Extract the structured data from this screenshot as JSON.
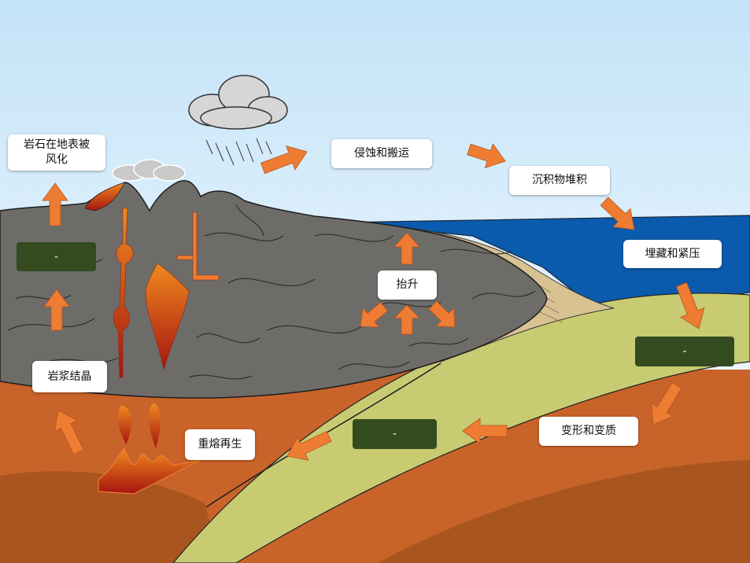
{
  "labels": {
    "weathering": "岩石在地表被\n风化",
    "erosion": "侵蚀和搬运",
    "deposition": "沉积物堆积",
    "burial": "埋藏和紧压",
    "uplift": "抬升",
    "crystallization": "岩浆结晶",
    "remelting": "重熔再生",
    "metamorphism": "变形和变质"
  },
  "blanks": {
    "left": "-",
    "right": "-",
    "middle": "-"
  },
  "colors": {
    "sky_top": "#c7e6f8",
    "sea": "#0a5aad",
    "rock": "#6e6c69",
    "magma": "#c4651f",
    "sediment": "#c8cb72",
    "arrow": "#ee7d33",
    "blank_box": "#344a1f"
  }
}
